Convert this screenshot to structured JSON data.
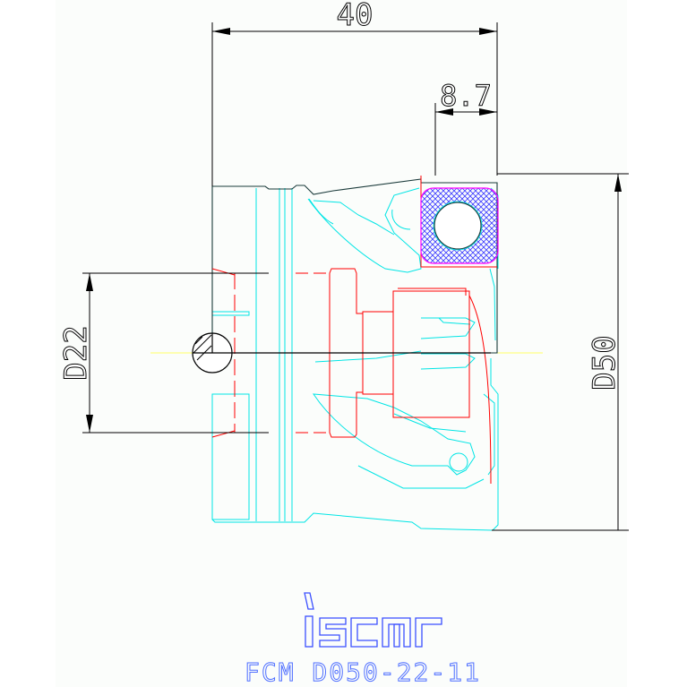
{
  "dimensions": {
    "length": "40",
    "insert_offset": "8.7",
    "bore_diameter": "D22",
    "cutting_diameter": "D50"
  },
  "brand": {
    "logo_text": "iscar"
  },
  "part_number": "FCM D050-22-11",
  "colors": {
    "body_outline": "#00e5e5",
    "section_line": "#ff0000",
    "dimension_line": "#000000",
    "insert_hatch": "#3a3aff",
    "center_line": "#ffff66",
    "text_blue": "#4f6fff",
    "paper": "#fbfdfb"
  }
}
